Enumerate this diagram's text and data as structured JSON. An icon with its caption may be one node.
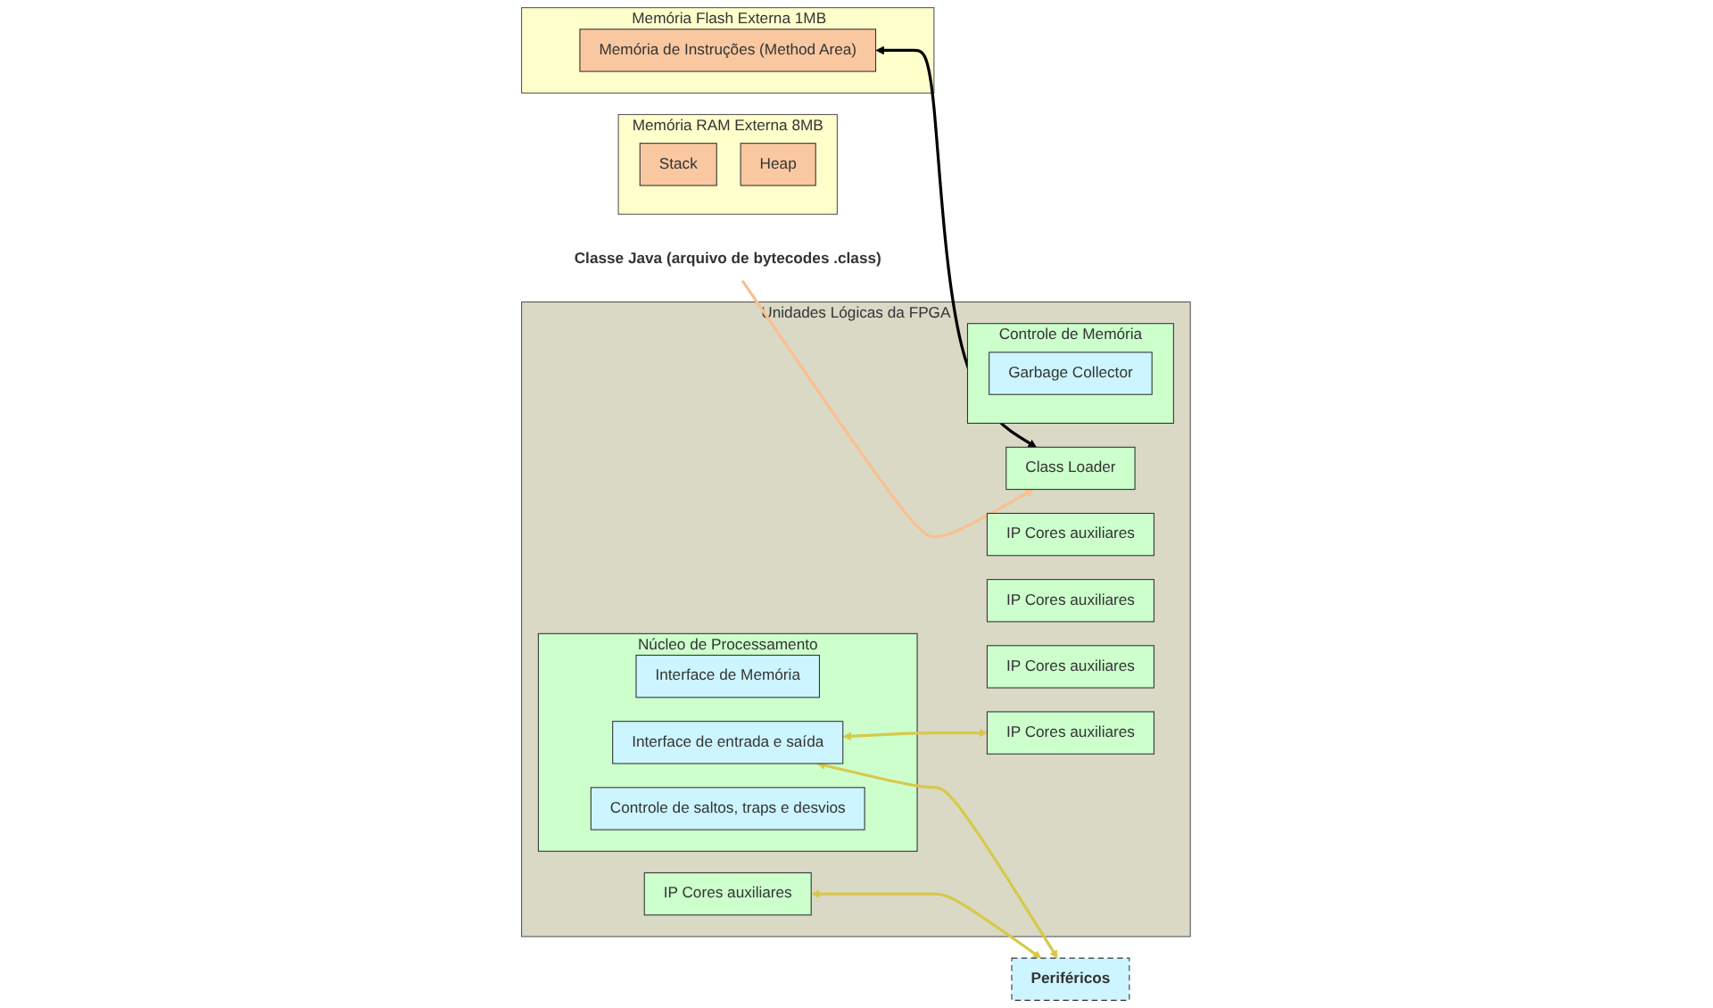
{
  "diagram": {
    "nodes": [
      {
        "text": [
          "Classe Java (arquivo de bytecodes .class)"
        ]
      },
      {
        "text": [
          "Memória Flash Externa 1MB"
        ]
      },
      {
        "text": [
          "Memória de Instruções (Method Area)"
        ],
        "in": 1
      },
      {
        "text": [
          "Memória RAM Externa 8MB"
        ]
      },
      {
        "text": [
          "Stack"
        ],
        "in": 3
      },
      {
        "text": [
          "Heap"
        ],
        "in": 3
      },
      {
        "text": [
          "Unidades Lógicas da FPGA"
        ]
      },
      {
        "text": [
          "Class Loader"
        ],
        "in": 6
      },
      {
        "text": [
          "Controle de Memória"
        ],
        "in": 6
      },
      {
        "text": [
          "Garbage Collector"
        ],
        "in": 8
      },
      {
        "text": [
          "Núcleo de Processamento"
        ],
        "in": 6
      },
      {
        "text": [
          "Interface de Memória"
        ],
        "in": 10
      },
      {
        "text": [
          "Interface de entrada e saída"
        ],
        "in": 10
      },
      {
        "text": [
          "Controle de saltos, traps e desvios"
        ],
        "in": 10
      },
      {
        "text": [
          "IP Cores auxiliares"
        ],
        "in": 6
      },
      {
        "text": [
          "IP Cores auxiliares"
        ],
        "in": 6
      },
      {
        "text": [
          "IP Cores auxiliares"
        ],
        "in": 6
      },
      {
        "text": [
          "IP Cores auxiliares"
        ],
        "in": 6
      },
      {
        "text": [
          "IP Cores auxiliares"
        ],
        "in": 6
      },
      {
        "text": [
          "Periféricos"
        ]
      }
    ],
    "edges": [
      {
        "from": 0,
        "to": 7,
        "arrow": "to",
        "color": "#f9c090"
      },
      {
        "from": 2,
        "to": 7,
        "arrow": "both",
        "color": "#000000"
      },
      {
        "from": 12,
        "to": 19,
        "arrow": "both"
      },
      {
        "from": 12,
        "to": 17,
        "arrow": "both"
      },
      {
        "from": 18,
        "to": 19,
        "arrow": "both"
      }
    ]
  }
}
